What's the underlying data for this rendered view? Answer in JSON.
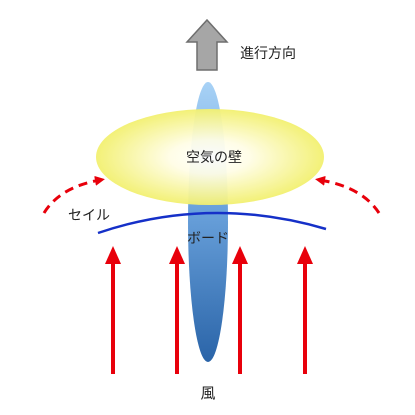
{
  "labels": {
    "direction": "進行方向",
    "air_wall": "空気の壁",
    "sail": "セイル",
    "board": "ボード",
    "wind": "風"
  },
  "colors": {
    "wind_arrow": "#e8000b",
    "sail_line": "#1530c8",
    "board_top": "#9cc8f0",
    "board_bottom": "#2a64a8",
    "air_wall_center": "#fffde6",
    "air_wall_edge": "#f2f070",
    "direction_arrow": "#a6a6a6",
    "direction_arrow_outline": "#6e6e6e"
  },
  "icons": {
    "direction": "up-arrow-icon",
    "wind": "up-arrow-icon",
    "airflow": "curved-dashed-arrow-icon"
  }
}
